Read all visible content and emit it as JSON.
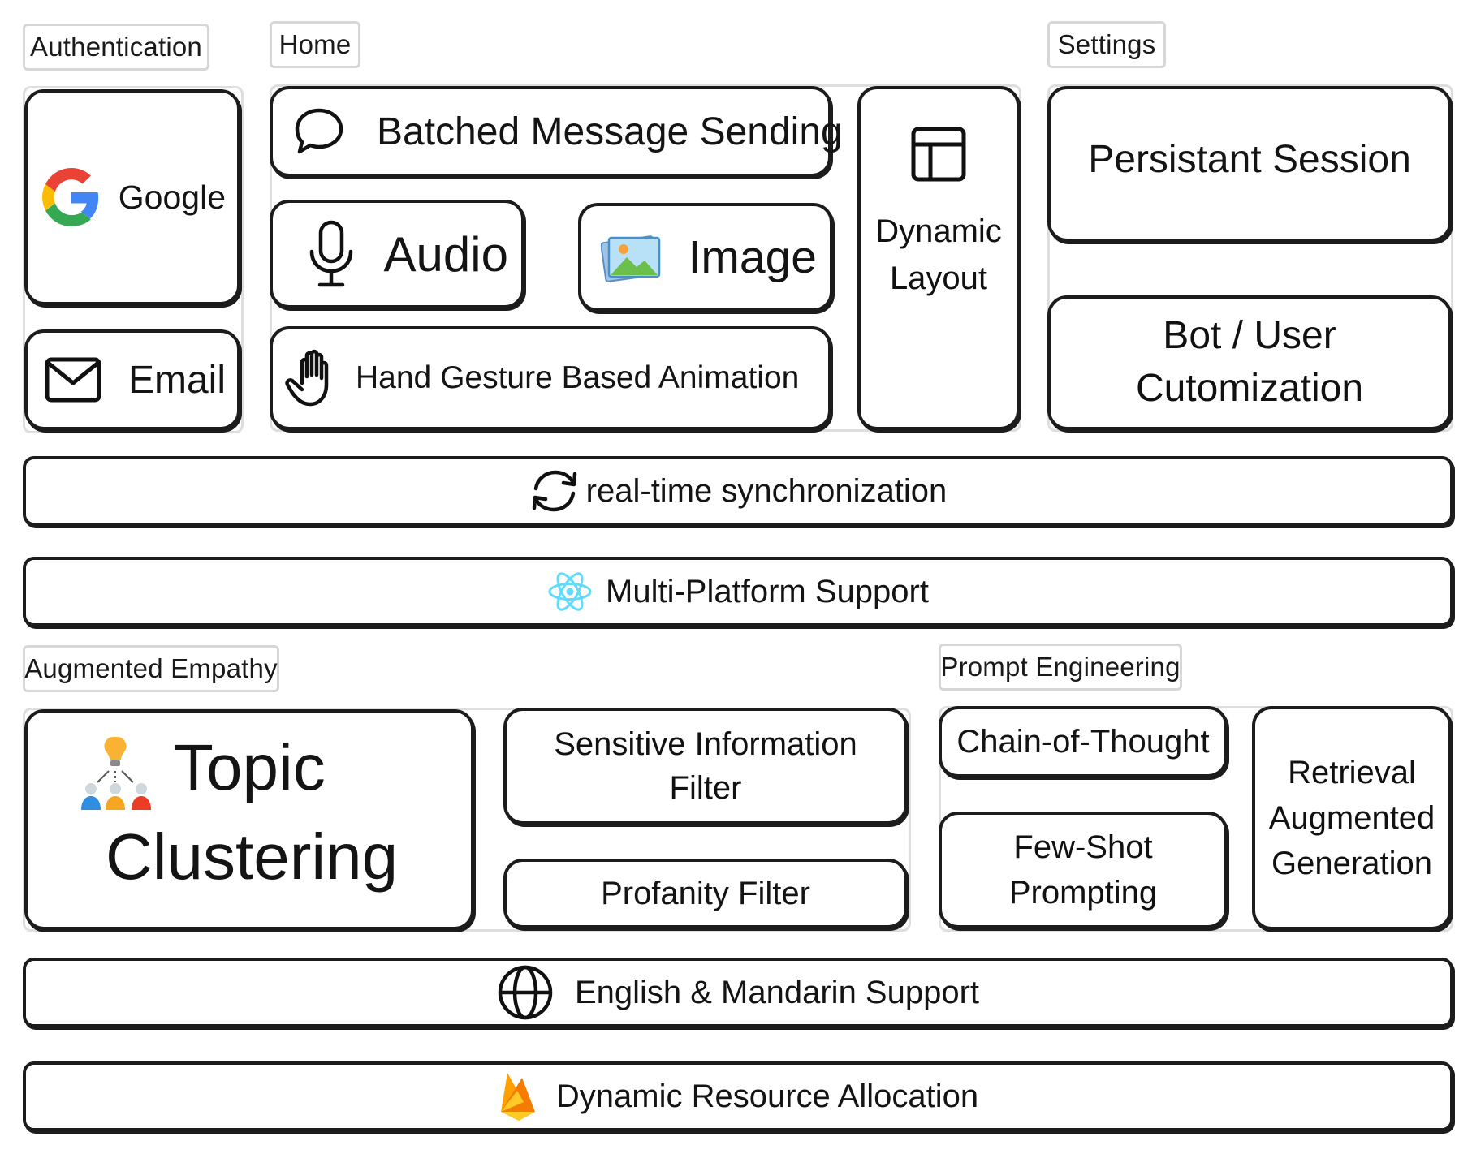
{
  "sections": {
    "authentication": "Authentication",
    "home": "Home",
    "settings": "Settings",
    "augmented_empathy": "Augmented Empathy",
    "prompt_engineering": "Prompt Engineering"
  },
  "auth": {
    "google": "Google",
    "email": "Email"
  },
  "home": {
    "batched": "Batched Message Sending",
    "audio": "Audio",
    "image": "Image",
    "gesture": "Hand Gesture Based Animation",
    "dynamic_1": "Dynamic",
    "dynamic_2": "Layout"
  },
  "settings": {
    "session": "Persistant Session",
    "custom_1": "Bot / User",
    "custom_2": "Cutomization"
  },
  "platform": {
    "sync": "real-time synchronization",
    "multi": "Multi-Platform Support"
  },
  "empathy": {
    "topic_1": "Topic",
    "topic_2": "Clustering",
    "sensitive_1": "Sensitive Information",
    "sensitive_2": "Filter",
    "profanity": "Profanity Filter"
  },
  "prompting": {
    "cot": "Chain-of-Thought",
    "fewshot_1": "Few-Shot",
    "fewshot_2": "Prompting",
    "rag_1": "Retrieval",
    "rag_2": "Augmented",
    "rag_3": "Generation"
  },
  "footer": {
    "language": "English & Mandarin Support",
    "resource": "Dynamic Resource Allocation"
  },
  "icons": {
    "google": "google-logo-icon",
    "email": "envelope-icon",
    "batched": "chat-bubble-icon",
    "audio": "microphone-icon",
    "image": "picture-icon",
    "gesture": "hand-icon",
    "layout": "layout-icon",
    "sync": "sync-icon",
    "multi": "react-atom-icon",
    "topic": "people-hierarchy-icon",
    "language": "globe-icon",
    "resource": "firebase-flame-icon"
  },
  "colors": {
    "google_blue": "#4285F4",
    "google_red": "#EA4335",
    "google_yellow": "#FBBC05",
    "google_green": "#34A853",
    "react": "#61DAFB",
    "firebase_orange": "#F57C00",
    "firebase_yellow": "#FFCA28"
  }
}
